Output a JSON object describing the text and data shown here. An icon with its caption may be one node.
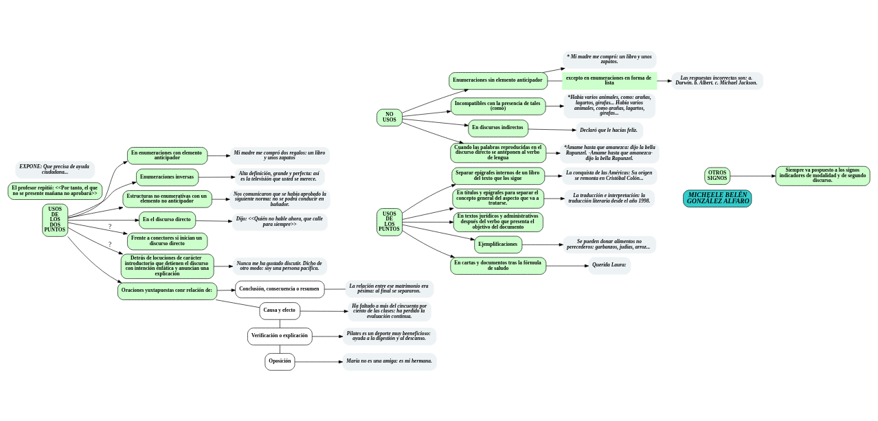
{
  "diagram": {
    "nodes": [
      {
        "text": [
          "USOS DE LOS DOS PUNTOS"
        ]
      },
      {
        "text": [
          "En enumeraciones con elemento anticipador"
        ]
      },
      {
        "text": [
          "Mi madre me compró dos regalos: un libro y unos zapatos"
        ]
      },
      {
        "text": [
          "Enumeraciones inversas"
        ]
      },
      {
        "text": [
          "Alta definición, grande y perfecta: así es la televisión que usted se merece."
        ]
      },
      {
        "text": [
          "Estructuras no enumerativas con un elemento no anticipador"
        ]
      },
      {
        "text": [
          "Nos comunicaron que se había aprobado la siguiente norma: no se podrá conducir en bañador."
        ]
      },
      {
        "text": [
          "En el discurso directo"
        ]
      },
      {
        "text": [
          "Dijo: <<Quién no hable ahora, que calle para siempre>>"
        ]
      },
      {
        "text": [
          "Frente a conectores si inician un discurso directo"
        ]
      },
      {
        "text": [
          "El profesor repitió: <<Por tanto, el que no se presente mañana no aprobará>>"
        ]
      },
      {
        "text": [
          "Detrás de locuciones de carácter introductorio que detienen el discurso con intención enfática y anuncian una explicación"
        ]
      },
      {
        "text": [
          "Nunca me ha gustado discutir. Dicho de otro modo: soy una persona pacífica."
        ]
      },
      {
        "text": [
          "Oraciones yuxtapuestas conr relación de:"
        ]
      },
      {
        "text": [
          "Conclusión, consecuencia o resumen"
        ]
      },
      {
        "text": [
          "La relación entre ese matrimonio era pésima: al final se separaron."
        ]
      },
      {
        "text": [
          "Causa y efecto"
        ]
      },
      {
        "text": [
          "Ha faltado a más del cincuenta por ciento de las clases: ha perdido la evaluación continua."
        ]
      },
      {
        "text": [
          "Verificación o explicación"
        ]
      },
      {
        "text": [
          "Pilates es un deporte muy beeneficioso: ayuda a la digestión y al descanso."
        ]
      },
      {
        "text": [
          "Oposición"
        ]
      },
      {
        "text": [
          "María no es una amiga: es mi hermana."
        ]
      },
      {
        "text": [
          "USOS DE LOS PUNTOS"
        ]
      },
      {
        "text": [
          "Separar epígrafes internos de un libro del texto que los sigue"
        ]
      },
      {
        "text": [
          "La conquista de las Américas: Su origen se remonta en Cristóbal Colón..."
        ]
      },
      {
        "text": [
          "En títulos y epígrafes para separar el concepto general del aspecto que va a tratarse."
        ]
      },
      {
        "text": [
          "La traducción e interpretación: la traducción literaria desde el año 1998."
        ]
      },
      {
        "text": [
          "En textos jurídicos y administrativos después del verbo que presenta el objetivo del documento"
        ]
      },
      {
        "text": [
          "EXPONE: Que precisa de ayuda ciudadana..."
        ]
      },
      {
        "text": [
          "Ejemplificaciones"
        ]
      },
      {
        "text": [
          "Se pueden donar alimentos no perecederos: garbanzos, judías, arroz..."
        ]
      },
      {
        "text": [
          "En cartas y documentos tras la fórmula de saludo"
        ]
      },
      {
        "text": [
          "Querida Laura:"
        ]
      },
      {
        "text": [
          "MICHEELE BELÉN GONZÁLEZ ALFARO"
        ]
      },
      {
        "text": [
          "OTROS SIGNOS"
        ]
      },
      {
        "text": [
          "Siempre va pospuesto a los signos indicadores de modalidad y de segundo discurso."
        ]
      },
      {
        "text": [
          "NO USOS"
        ]
      },
      {
        "text": [
          "Enumeraciones sin elemento anticipador"
        ]
      },
      {
        "text": [
          "* Mi madre me compró: un libro y unos zapatos."
        ]
      },
      {
        "text": [
          "excepto en enumeraciones en forma de lista"
        ]
      },
      {
        "text": [
          "Las respuestas incorrectas son: a. Darwin. b. Albert. c. Michael Jackson."
        ]
      },
      {
        "text": [
          "Incompatibles con la presencia de tales (como)"
        ]
      },
      {
        "text": [
          "*Había varios animales, como: arañas, lagartos, girafas... Había varios animales, como arañas, lagartos, girafas..."
        ]
      },
      {
        "text": [
          "En discursos indirectos"
        ]
      },
      {
        "text": [
          "Declaró que le hacías feliz."
        ]
      },
      {
        "text": [
          "Cuando las palabras reproducidas en el discurso directo se anteponen al verbo de lengua"
        ]
      },
      {
        "text": [
          "*Amame hasta que amanezca: dijo la bella Rapunzel. -Amame hasta que amanezca- dijo la bella Rapunzel."
        ]
      }
    ],
    "edges": [
      {
        "from": 0,
        "to": 1,
        "arrow": "to"
      },
      {
        "from": 1,
        "to": 2,
        "arrow": "to"
      },
      {
        "from": 0,
        "to": 3,
        "arrow": "to"
      },
      {
        "from": 3,
        "to": 4,
        "arrow": "to"
      },
      {
        "from": 0,
        "to": 5,
        "arrow": "to"
      },
      {
        "from": 5,
        "to": 6,
        "arrow": "to"
      },
      {
        "from": 0,
        "to": 7,
        "arrow": "to"
      },
      {
        "from": 7,
        "to": 8,
        "arrow": "to"
      },
      {
        "from": 0,
        "to": 9,
        "arrow": "to",
        "label": "?"
      },
      {
        "from": 0,
        "to": 11,
        "arrow": "to",
        "label": "?"
      },
      {
        "from": 11,
        "to": 12,
        "arrow": "to"
      },
      {
        "from": 0,
        "to": 13,
        "arrow": "to"
      },
      {
        "from": 13,
        "to": 14,
        "arrow": "to"
      },
      {
        "from": 14,
        "to": 15,
        "arrow": "none"
      },
      {
        "from": 13,
        "to": 16,
        "arrow": "none"
      },
      {
        "from": 16,
        "to": 17,
        "arrow": "to"
      },
      {
        "from": 16,
        "to": 18,
        "arrow": "none"
      },
      {
        "from": 18,
        "to": 19,
        "arrow": "to"
      },
      {
        "from": 18,
        "to": 20,
        "arrow": "none"
      },
      {
        "from": 20,
        "to": 21,
        "arrow": "to"
      },
      {
        "from": 22,
        "to": 23,
        "arrow": "to"
      },
      {
        "from": 23,
        "to": 24,
        "arrow": "to"
      },
      {
        "from": 22,
        "to": 25,
        "arrow": "to"
      },
      {
        "from": 25,
        "to": 26,
        "arrow": "to"
      },
      {
        "from": 22,
        "to": 27,
        "arrow": "to"
      },
      {
        "from": 22,
        "to": 29,
        "arrow": "to"
      },
      {
        "from": 29,
        "to": 30,
        "arrow": "to"
      },
      {
        "from": 22,
        "to": 31,
        "arrow": "to"
      },
      {
        "from": 31,
        "to": 32,
        "arrow": "to"
      },
      {
        "from": 34,
        "to": 35,
        "arrow": "to"
      },
      {
        "from": 36,
        "to": 37,
        "arrow": "to"
      },
      {
        "from": 37,
        "to": 38,
        "arrow": "to"
      },
      {
        "from": 37,
        "to": 39,
        "arrow": "none"
      },
      {
        "from": 39,
        "to": 40,
        "arrow": "to"
      },
      {
        "from": 36,
        "to": 41,
        "arrow": "to"
      },
      {
        "from": 41,
        "to": 42,
        "arrow": "to"
      },
      {
        "from": 36,
        "to": 43,
        "arrow": "to"
      },
      {
        "from": 43,
        "to": 44,
        "arrow": "to"
      },
      {
        "from": 36,
        "to": 45,
        "arrow": "to"
      },
      {
        "from": 45,
        "to": 46,
        "arrow": "to"
      }
    ]
  }
}
